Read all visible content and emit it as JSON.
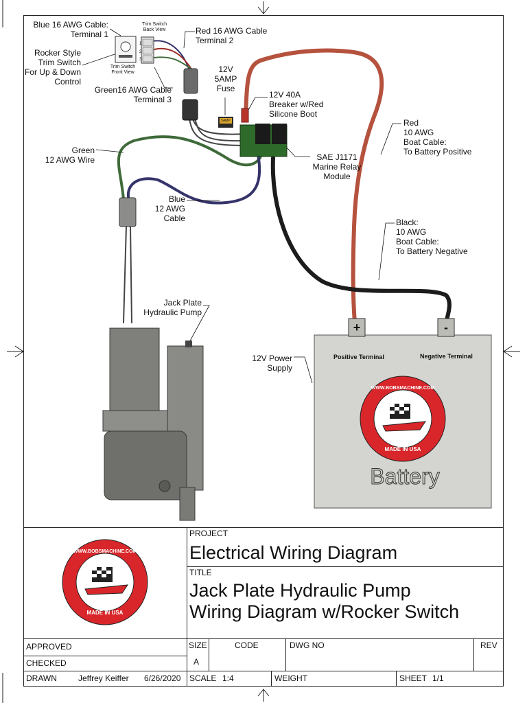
{
  "labels": {
    "blue16": "Blue 16 AWG Cable:\nTerminal 1",
    "red16": "Red 16 AWG Cable\nTerminal 2",
    "trimBack": "Trim Switch\nBack View",
    "trimFront": "Trim Switch\nFront View",
    "rocker": "Rocker Style\nTrim Switch\nFor Up & Down\nControl",
    "green16": "Green16 AWG Cable\nTerminal 3",
    "fuse": "12V\n5AMP\nFuse",
    "breaker": "12V 40A\nBreaker w/Red\nSilicone Boot",
    "redBoat": "Red\n10 AWG\nBoat Cable:\nTo Battery Positive",
    "green12": "Green\n12 AWG Wire",
    "relay": "SAE J1171\nMarine Relay\nModule",
    "blue12": "Blue\n12 AWG\nCable",
    "blackBoat": "Black:\n10 AWG\nBoat Cable:\nTo Battery Negative",
    "pump": "Jack Plate\nHydraulic Pump",
    "power": "12V Power\nSupply",
    "posTerminal": "Positive Terminal",
    "negTerminal": "Negative Terminal",
    "plus": "+",
    "minus": "-",
    "battery": "Battery",
    "logoTop": "WWW.BOBSMACHINE.COM",
    "logoBottom": "MADE IN USA",
    "switchTerminals": [
      "1",
      "2",
      "3"
    ],
    "fuseTag": "5AMP"
  },
  "titleBlock": {
    "projectLabel": "PROJECT",
    "project": "Electrical Wiring Diagram",
    "titleLabel": "TITLE",
    "titleLine1": "Jack Plate Hydraulic Pump",
    "titleLine2": "Wiring Diagram w/Rocker Switch",
    "approved": "APPROVED",
    "checked": "CHECKED",
    "drawn": "DRAWN",
    "drawnBy": "Jeffrey Keiffer",
    "date": "6/26/2020",
    "size": "SIZE",
    "sizeValue": "A",
    "code": "CODE",
    "dwgNo": "DWG NO",
    "rev": "REV",
    "scale": "SCALE",
    "scaleValue": "1:4",
    "weight": "WEIGHT",
    "sheet": "SHEET",
    "sheetValue": "1/1"
  },
  "colors": {
    "redWire": "#b5523e",
    "greenWire": "#3f6a3a",
    "blueWire": "#35346a",
    "blackWire": "#1c1c1c",
    "logoRed": "#d8262a",
    "pumpGray": "#8a8a86",
    "batteryGray": "#d4d4d0",
    "relayGreen": "#2e6a2a"
  }
}
